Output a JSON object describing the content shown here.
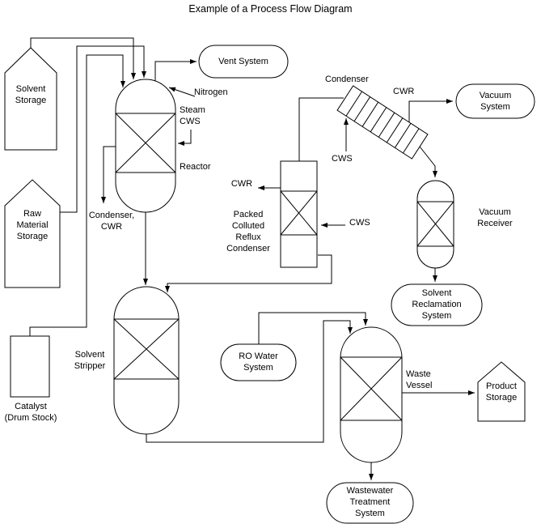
{
  "title": "Example of a Process Flow Diagram",
  "nodes": {
    "solvent_storage": "Solvent\nStorage",
    "raw_material_storage": "Raw\nMaterial\nStorage",
    "catalyst": "Catalyst\n(Drum Stock)",
    "reactor": "Reactor",
    "vent_system": "Vent System",
    "condenser": "Condenser",
    "vacuum_system": "Vacuum\nSystem",
    "packed_colluted_reflux_condenser": "Packed\nColluted\nReflux\nCondenser",
    "vacuum_receiver": "Vacuum\nReceiver",
    "solvent_reclamation_system": "Solvent\nReclamation\nSystem",
    "solvent_stripper": "Solvent\nStripper",
    "ro_water_system": "RO Water\nSystem",
    "waste_vessel": "Waste\nVessel",
    "product_storage": "Product\nStorage",
    "wastewater_treatment_system": "Wastewater\nTreatment\nSystem"
  },
  "streams": {
    "nitrogen": "Nitrogen",
    "steam_cws": "Steam\nCWS",
    "condenser_cwr": "Condenser,\nCWR",
    "condenser_top_cwr": "CWR",
    "condenser_bottom_cws": "CWS",
    "reflux_cwr": "CWR",
    "reflux_cws": "CWS"
  },
  "connections": [
    {
      "from": "solvent_storage",
      "to": "reactor"
    },
    {
      "from": "raw_material_storage",
      "to": "reactor"
    },
    {
      "from": "catalyst",
      "to": "reactor"
    },
    {
      "from": "reactor",
      "to": "vent_system"
    },
    {
      "from": "nitrogen",
      "to": "reactor"
    },
    {
      "from": "steam_cws",
      "to": "reactor"
    },
    {
      "from": "reactor",
      "to": "condenser_cwr"
    },
    {
      "from": "reactor",
      "to": "solvent_stripper"
    },
    {
      "from": "packed_colluted_reflux_condenser",
      "to": "condenser"
    },
    {
      "from": "condenser",
      "to": "vacuum_system",
      "label": "CWR"
    },
    {
      "from": "condenser",
      "to": "vacuum_receiver"
    },
    {
      "from": "condenser_bottom_cws",
      "to": "condenser"
    },
    {
      "from": "packed_colluted_reflux_condenser",
      "to": "reflux_cwr"
    },
    {
      "from": "reflux_cws",
      "to": "packed_colluted_reflux_condenser"
    },
    {
      "from": "packed_colluted_reflux_condenser",
      "to": "solvent_stripper"
    },
    {
      "from": "vacuum_receiver",
      "to": "solvent_reclamation_system"
    },
    {
      "from": "solvent_stripper",
      "to": "waste_vessel"
    },
    {
      "from": "ro_water_system",
      "to": "waste_vessel"
    },
    {
      "from": "waste_vessel",
      "to": "product_storage"
    },
    {
      "from": "waste_vessel",
      "to": "wastewater_treatment_system"
    }
  ],
  "colors": {
    "line": "#000000",
    "background": "#ffffff"
  }
}
